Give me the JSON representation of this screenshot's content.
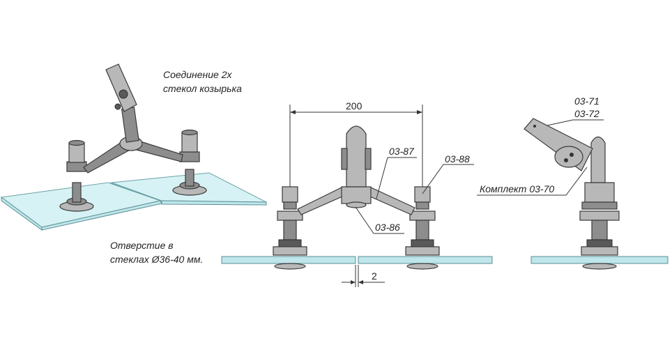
{
  "labels": {
    "connection_line1": "Соединение 2х",
    "connection_line2": "стекол козырька",
    "hole_line1": "Отверстие в",
    "hole_line2": "стеклах Ø36-40 мм.",
    "dim_200": "200",
    "dim_2": "2",
    "part_0387": "03-87",
    "part_0388": "03-88",
    "part_0386": "03-86",
    "part_0371": "03-71",
    "part_0372": "03-72",
    "kit_0370": "Комплект 03-70"
  }
}
